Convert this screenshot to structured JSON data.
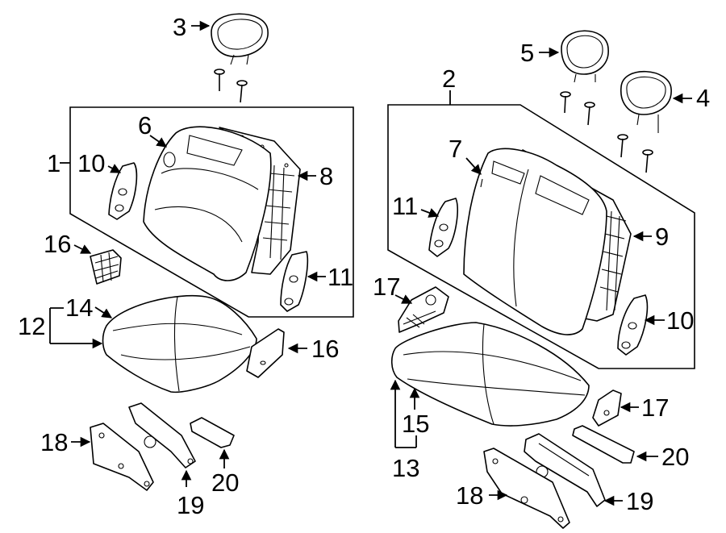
{
  "diagram": {
    "callouts": {
      "c1": "1",
      "c2": "2",
      "c3": "3",
      "c4": "4",
      "c5": "5",
      "c6": "6",
      "c7": "7",
      "c8": "8",
      "c9": "9",
      "c10a": "10",
      "c10b": "10",
      "c11a": "11",
      "c11b": "11",
      "c12": "12",
      "c13": "13",
      "c14": "14",
      "c15": "15",
      "c16a": "16",
      "c16b": "16",
      "c17a": "17",
      "c17b": "17",
      "c18a": "18",
      "c18b": "18",
      "c19a": "19",
      "c19b": "19",
      "c20a": "20",
      "c20b": "20"
    }
  }
}
